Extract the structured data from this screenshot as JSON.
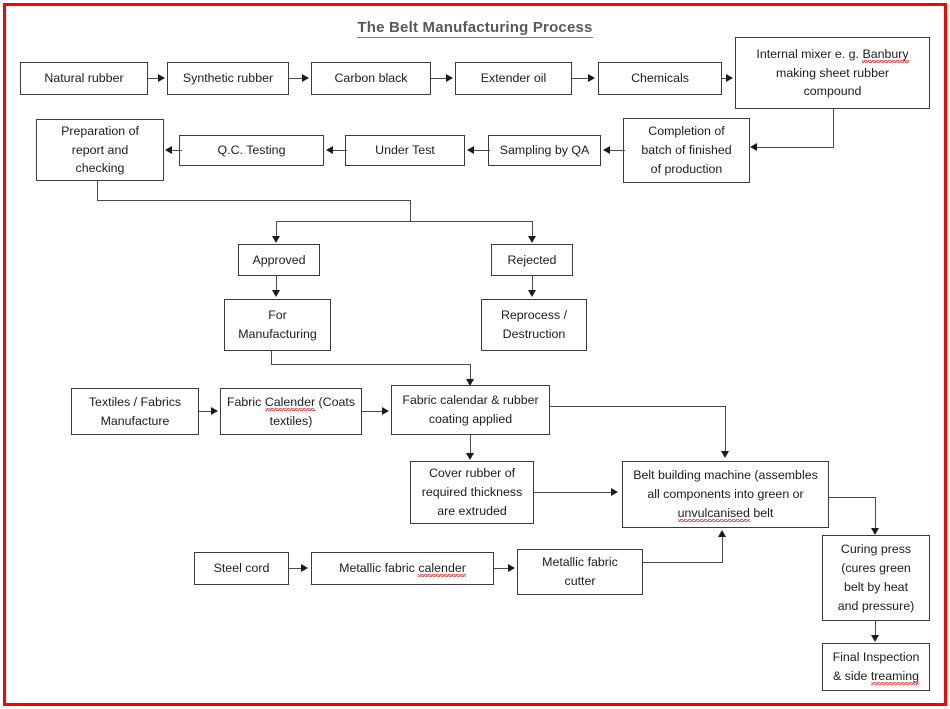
{
  "page": {
    "title": "The Belt Manufacturing Process",
    "border_color": "#fe0000",
    "title_color": "#595959",
    "box_border_color": "#3a3a3a",
    "connector_color": "#4a4a4a",
    "spellcheck_underline_color": "#ff2a2a"
  },
  "diagram": {
    "type": "flowchart",
    "nodes": {
      "natural_rubber": "Natural rubber",
      "synthetic_rubber": "Synthetic rubber",
      "carbon_black": "Carbon black",
      "extender_oil": "Extender oil",
      "chemicals": "Chemicals",
      "internal_mixer_l1": "Internal mixer  e. g. ",
      "internal_mixer_l1b": "Banbury",
      "internal_mixer_l2": "making sheet rubber",
      "internal_mixer_l3": "compound",
      "preparation_l1": "Preparation of",
      "preparation_l2": "report and",
      "preparation_l3": "checking",
      "qc_testing": "Q.C. Testing",
      "under_test": "Under Test",
      "sampling_by_qa": "Sampling by QA",
      "completion_l1": "Completion of",
      "completion_l2": "batch of finished",
      "completion_l3": "of production",
      "approved": "Approved",
      "rejected": "Rejected",
      "for_manufacturing_l1": "For",
      "for_manufacturing_l2": "Manufacturing",
      "reprocess_l1": "Reprocess /",
      "reprocess_l2": "Destruction",
      "textiles_l1": "Textiles / Fabrics",
      "textiles_l2": "Manufacture",
      "fabric_calender_l1a": "Fabric ",
      "fabric_calender_l1b": "Calender",
      "fabric_calender_l1c": " (Coats",
      "fabric_calender_l2": "textiles)",
      "fabric_coating_l1": "Fabric calendar & rubber",
      "fabric_coating_l2": "coating applied",
      "cover_rubber_l1": "Cover rubber of",
      "cover_rubber_l2": "required thickness",
      "cover_rubber_l3": "are extruded",
      "belt_building_l1": "Belt building machine (assembles",
      "belt_building_l2": "all components into green or",
      "belt_building_l3a": "unvulcanised",
      "belt_building_l3b": " belt",
      "steel_cord": "Steel cord",
      "metallic_calender_l1a": "Metallic fabric ",
      "metallic_calender_l1b": "calender",
      "metallic_cutter_l1": "Metallic fabric",
      "metallic_cutter_l2": "cutter",
      "curing_press_l1": "Curing press",
      "curing_press_l2": "(cures green",
      "curing_press_l3": "belt by heat",
      "curing_press_l4": "and pressure)",
      "final_inspection_l1": "Final Inspection",
      "final_inspection_l2a": "& side ",
      "final_inspection_l2b": "treaming"
    }
  }
}
